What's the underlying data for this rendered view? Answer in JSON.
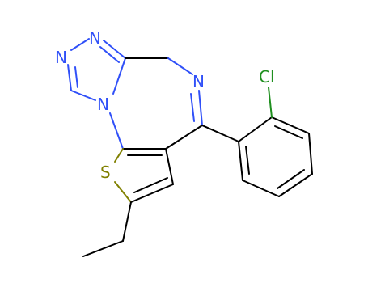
{
  "atoms": {
    "n_top": "N",
    "n_left": "N",
    "n_fused": "N",
    "n_imine": "N",
    "s": "S",
    "cl": "Cl"
  },
  "colors": {
    "nitrogen": "#3050F8",
    "sulfur": "#808000",
    "chlorine": "#1F8F1F",
    "carbon": "#000000"
  }
}
